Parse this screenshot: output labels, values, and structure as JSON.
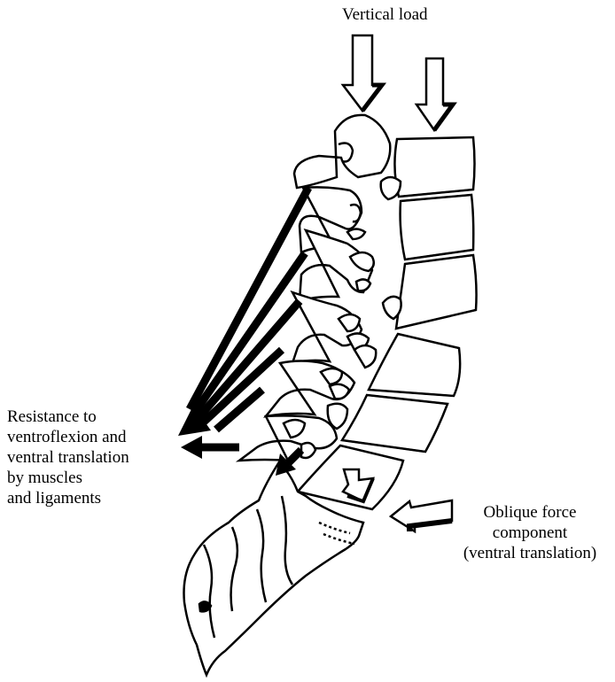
{
  "labels": {
    "vertical_load": "Vertical load",
    "resistance": [
      "Resistance to",
      "ventroflexion and",
      "ventral translation",
      "by muscles",
      "and ligaments"
    ],
    "oblique": [
      "Oblique force",
      "component",
      "(ventral translation)"
    ]
  },
  "colors": {
    "ink": "#000000",
    "paper": "#ffffff"
  }
}
